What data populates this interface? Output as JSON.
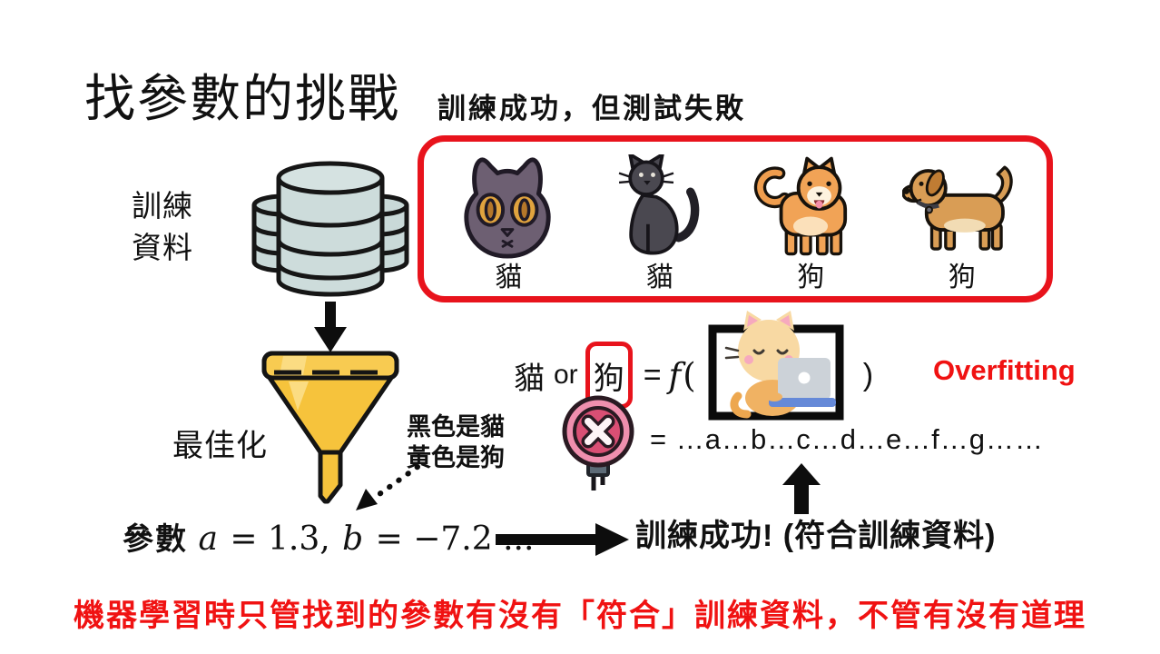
{
  "title": "找參數的挑戰",
  "subtitle": "訓練成功，但測試失敗",
  "training_data": {
    "line1": "訓練",
    "line2": "資料",
    "icon": "database-icon"
  },
  "examples_box": {
    "border_color": "#e8131c",
    "items": [
      {
        "label": "貓",
        "icon": "cat-face-icon"
      },
      {
        "label": "貓",
        "icon": "black-cat-icon"
      },
      {
        "label": "狗",
        "icon": "shiba-dog-icon"
      },
      {
        "label": "狗",
        "icon": "brown-dog-icon"
      }
    ]
  },
  "optimizer": {
    "label": "最佳化",
    "icon": "funnel-icon"
  },
  "legend_note": {
    "line1": "黑色是貓",
    "line2": "黃色是狗"
  },
  "parameters": {
    "label": "參數",
    "a": "a",
    "a_eq": " = 1.3, ",
    "b": "b",
    "b_eq": " = −7.2 ..."
  },
  "flow": {
    "success": "訓練成功! (符合訓練資料)"
  },
  "equation": {
    "cat": "貓",
    "or": "or",
    "dog": "狗",
    "eq": "=",
    "f": "f",
    "open": "(",
    "close": ")",
    "image": "cat-laptop-icon",
    "wrong": "x-sign-icon"
  },
  "overfitting_label": "Overfitting",
  "expansion": "= …a…b…c…d…e…f…g……",
  "bottom_note": "機器學習時只管找到的參數有沒有「符合」訓練資料，不管有沒有道理",
  "colors": {
    "accent_red": "#e8131c",
    "note_red": "#f01212",
    "funnel_yellow": "#f6c33c",
    "database_fill": "#c9d9d8",
    "sign_pink": "#d94f74"
  }
}
